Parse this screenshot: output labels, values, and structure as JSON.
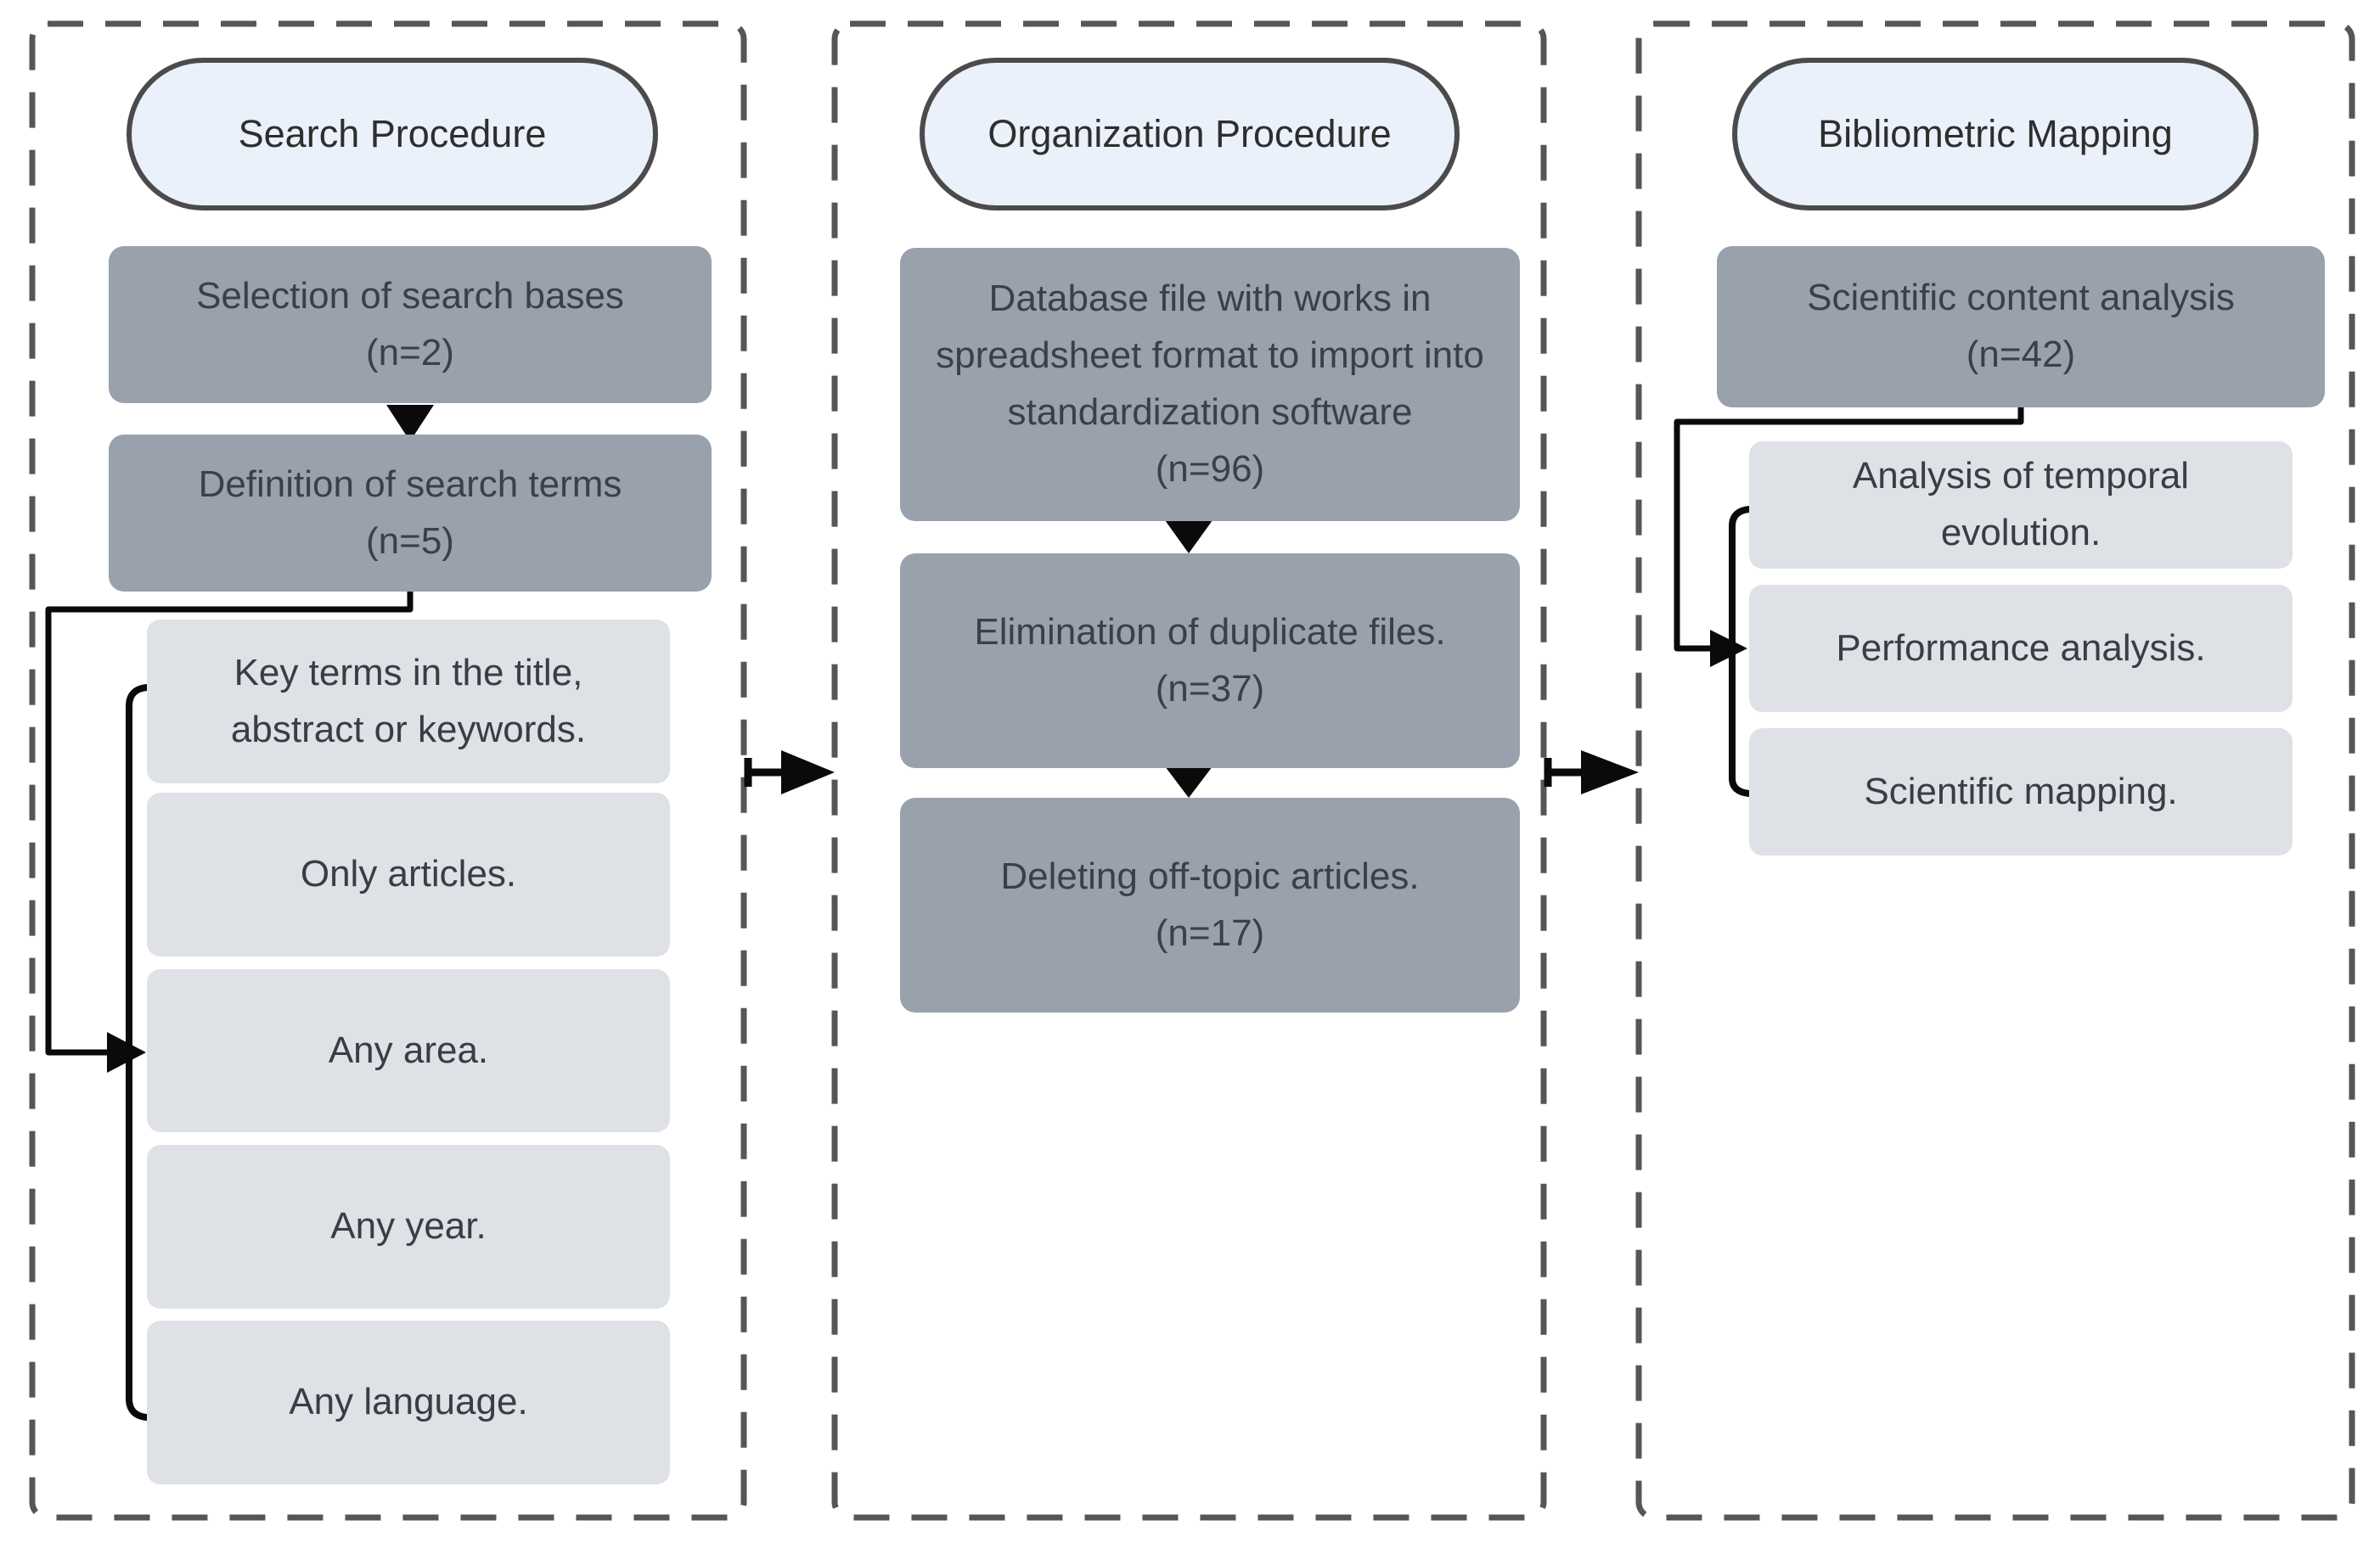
{
  "diagram": {
    "title_semantics": "bibliometric review methodology flowchart",
    "columns": [
      {
        "header": "Search Procedure",
        "steps": [
          "Selection of search bases\n(n=2)",
          "Definition of search terms\n(n=5)"
        ],
        "criteria": [
          "Key terms in the title,\nabstract or keywords.",
          "Only articles.",
          "Any area.",
          "Any year.",
          "Any language."
        ]
      },
      {
        "header": "Organization Procedure",
        "steps": [
          "Database file with works in spreadsheet format to import into standardization software\n(n=96)",
          "Elimination of duplicate files.\n(n=37)",
          "Deleting off-topic articles.\n(n=17)"
        ],
        "criteria": []
      },
      {
        "header": "Bibliometric Mapping",
        "steps": [
          "Scientific content analysis\n(n=42)"
        ],
        "criteria": [
          "Analysis of temporal\nevolution.",
          "Performance analysis.",
          "Scientific mapping."
        ]
      }
    ],
    "colors": {
      "pill_fill": "#eaf1fb",
      "pill_border": "#4b4b4b",
      "dark_box_fill": "#99a1ad",
      "light_box_fill": "#dee1e5",
      "dashed_frame": "#565656",
      "connector": "#0a0a0a"
    }
  }
}
